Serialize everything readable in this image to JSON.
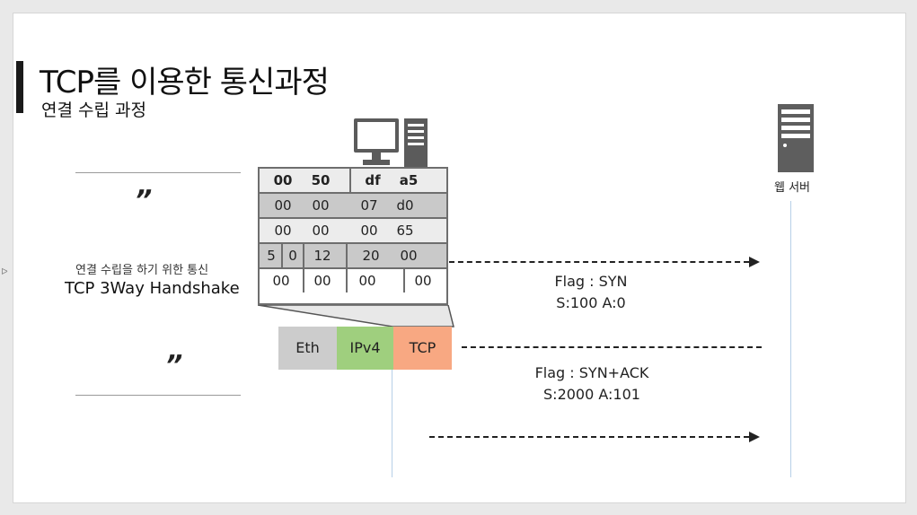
{
  "slide": {
    "title": "TCP를 이용한 통신과정",
    "subtitle": "연결 수립 과정"
  },
  "left_text": {
    "quote_top": "”",
    "quote_bottom": "”",
    "desc_line1": "연결 수립을 하기 위한 통신",
    "desc_line2": "TCP 3Way Handshake"
  },
  "header_table": {
    "rows": [
      [
        "00",
        "50",
        "df",
        "a5"
      ],
      [
        "00",
        "00",
        "07",
        "d0"
      ],
      [
        "00",
        "00",
        "00",
        "65"
      ],
      [
        "5",
        "0",
        "12",
        "20",
        "00"
      ],
      [
        "00",
        "00",
        "00",
        "00"
      ]
    ]
  },
  "packet_blocks": {
    "eth": "Eth",
    "ipv4": "IPv4",
    "tcp": "TCP",
    "colors": {
      "eth": "#cccccc",
      "ipv4": "#9fcf7e",
      "tcp": "#f8a882"
    }
  },
  "server": {
    "label": "웹 서버",
    "icon": "server-icon"
  },
  "client": {
    "icon": "desktop-computer-icon"
  },
  "messages": {
    "syn": {
      "flag": "Flag : SYN",
      "seq": "S:100 A:0"
    },
    "synack": {
      "flag": "Flag : SYN+ACK",
      "seq": "S:2000 A:101"
    }
  },
  "side_marker": "ᐅ"
}
